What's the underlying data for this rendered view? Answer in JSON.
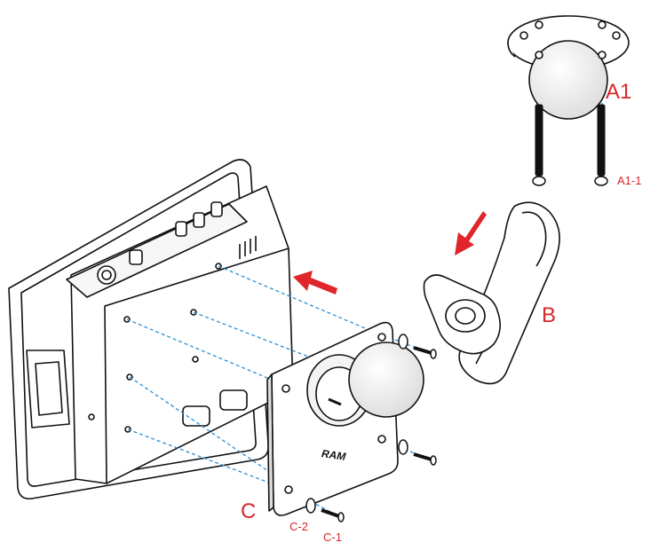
{
  "labels": {
    "a1": "A1",
    "a1_1": "A1-1",
    "b": "B",
    "c": "C",
    "c1": "C-1",
    "c2": "C-2"
  },
  "plate": {
    "brand": "RAM"
  },
  "colors": {
    "label": "#d8262a",
    "arrow": "#e0262a",
    "guide": "#2a8fd6",
    "line": "#111111"
  }
}
